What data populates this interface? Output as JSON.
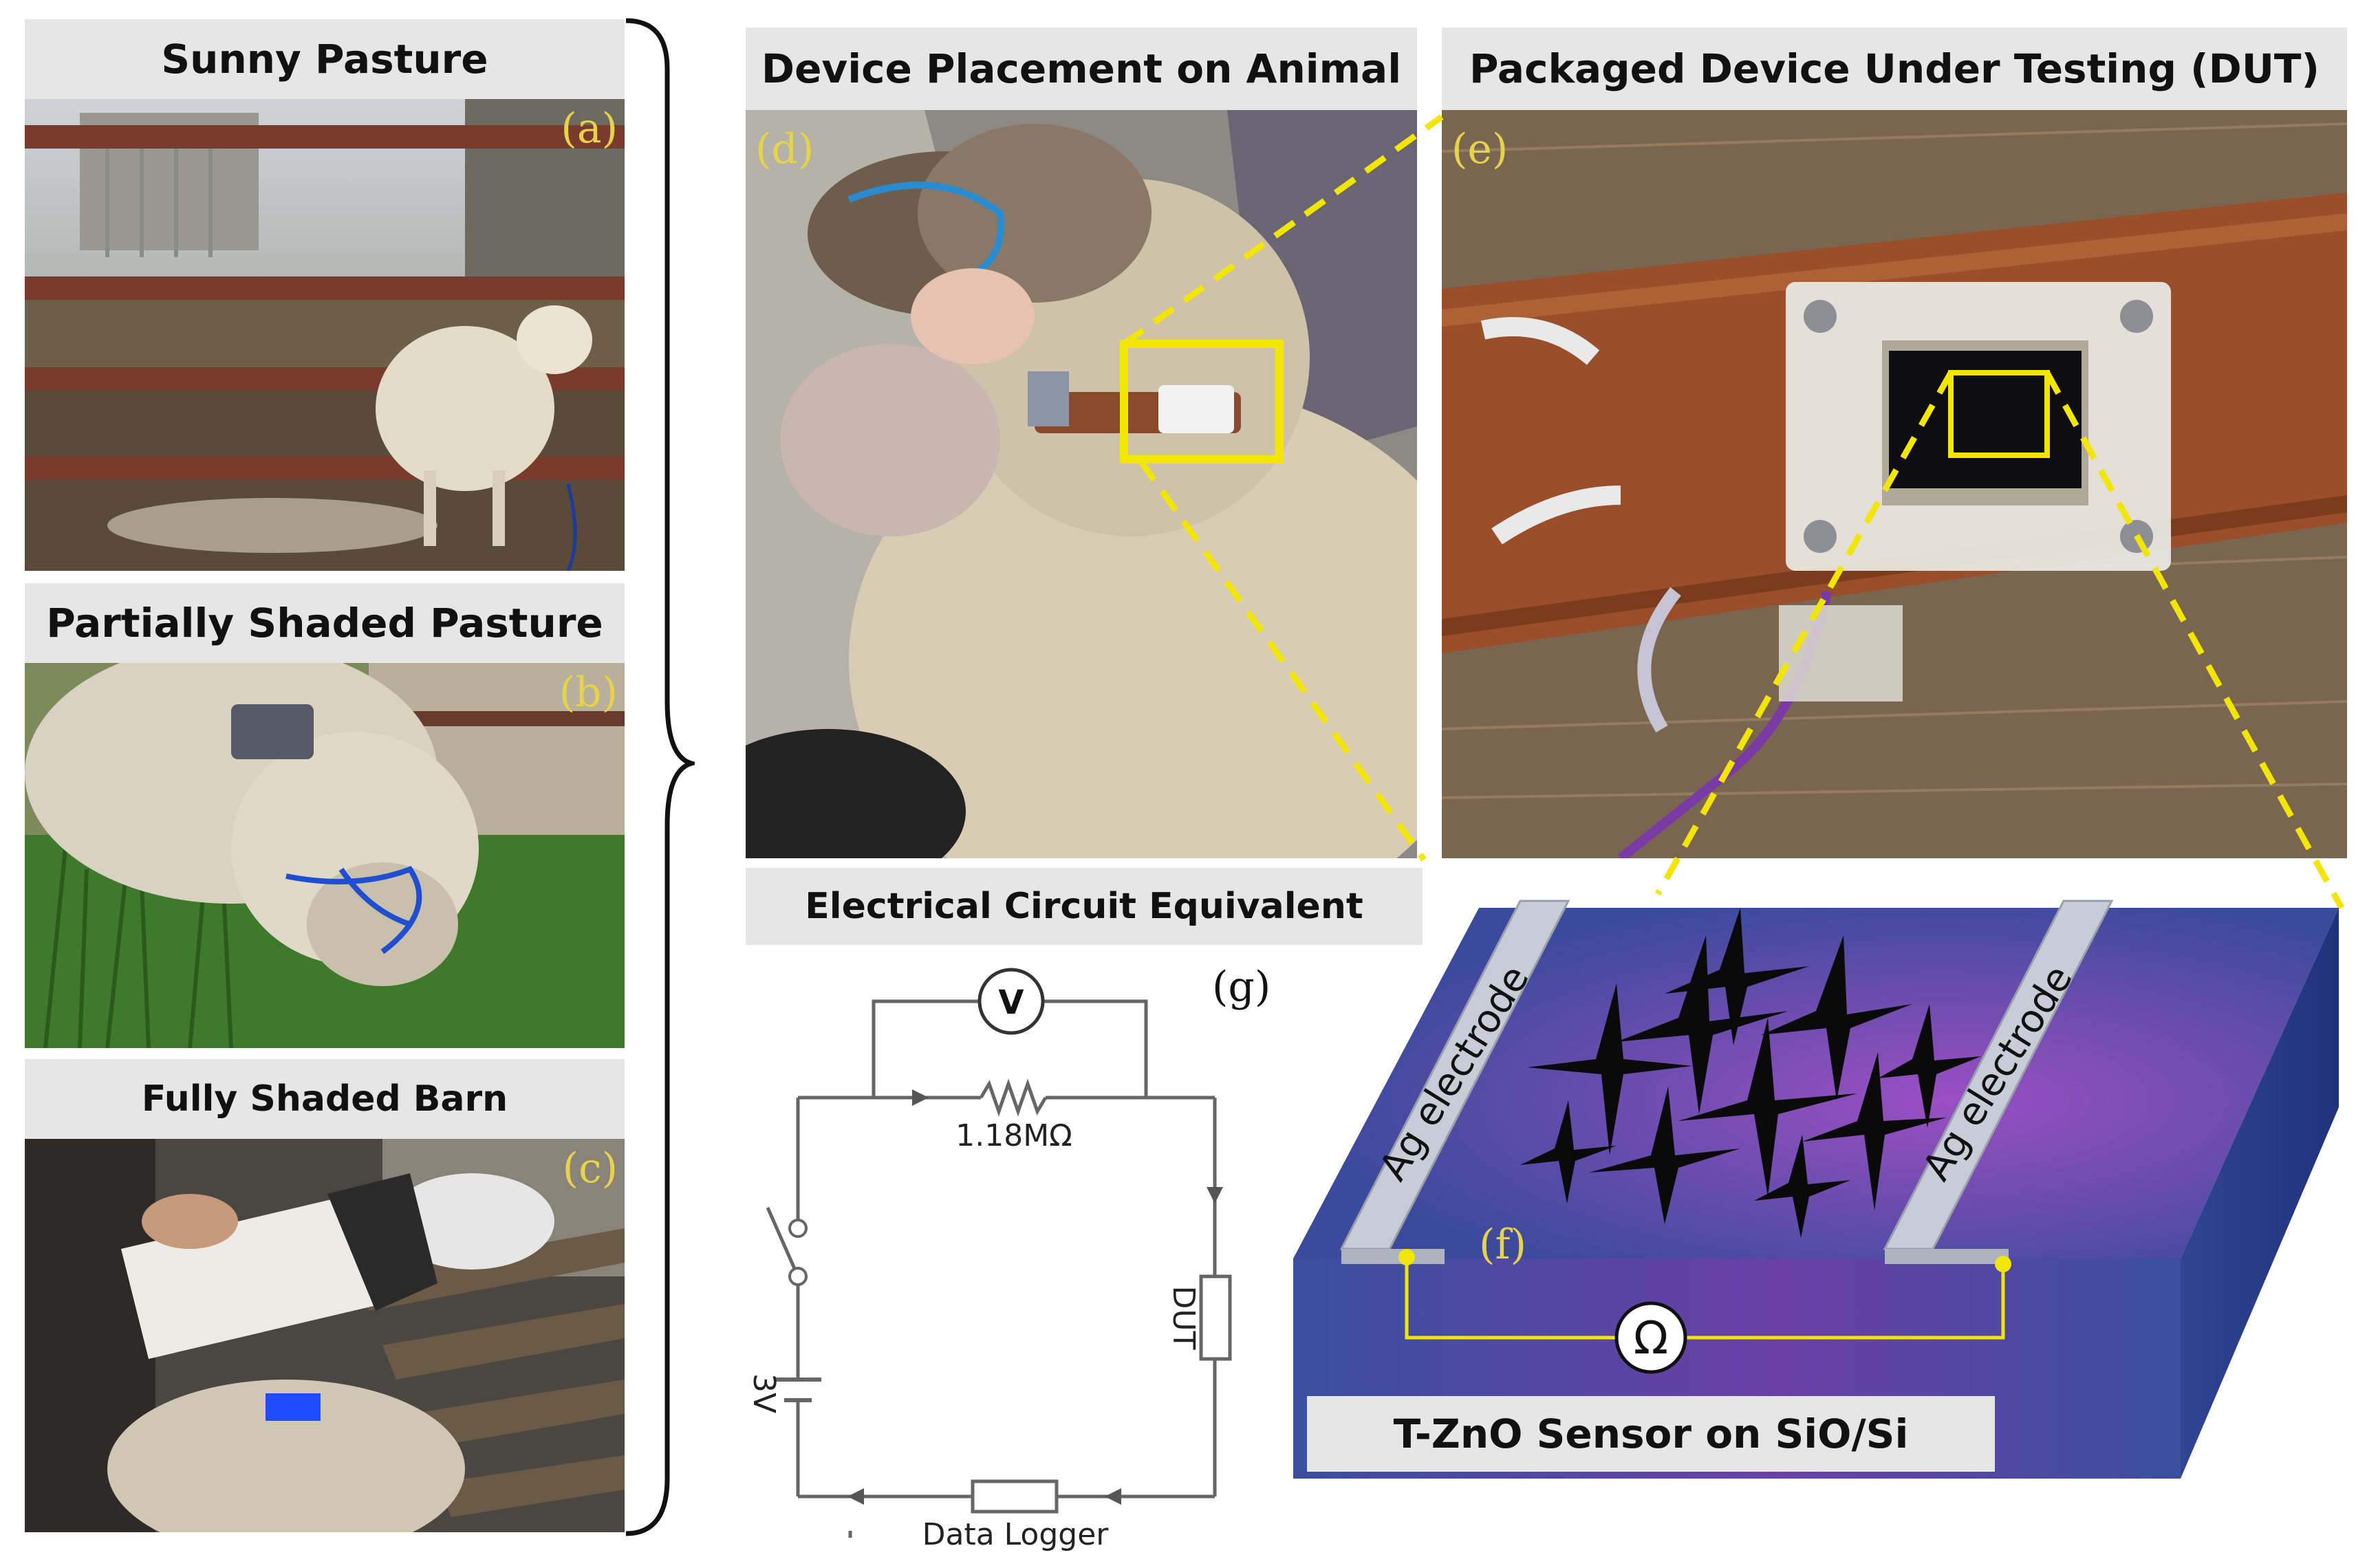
{
  "panels": {
    "a": {
      "title": "Sunny Pasture",
      "label": "(a)"
    },
    "b": {
      "title": "Partially Shaded Pasture",
      "label": "(b)"
    },
    "c": {
      "title": "Fully Shaded Barn",
      "label": "(c)"
    },
    "d": {
      "title": "Device Placement on Animal",
      "label": "(d)"
    },
    "e": {
      "title": "Packaged Device Under Testing (DUT)",
      "label": "(e)"
    },
    "f": {
      "label": "(f)",
      "electrode_left": "Ag electrode",
      "electrode_right": "Ag electrode",
      "ohm_symbol": "Ω",
      "caption": "T-ZnO Sensor on SiO/Si"
    },
    "g": {
      "title": "Electrical Circuit Equivalent",
      "label": "(g)",
      "voltmeter": "V",
      "resistor": "1.18MΩ",
      "dut": "DUT",
      "battery": "3V",
      "logger": "Data Logger"
    }
  },
  "colors": {
    "title_bg": "#e6e6e6",
    "callout": "#f2e600",
    "substrate": "#3a4fa0",
    "sensor_glow": "#9b4fc2"
  }
}
